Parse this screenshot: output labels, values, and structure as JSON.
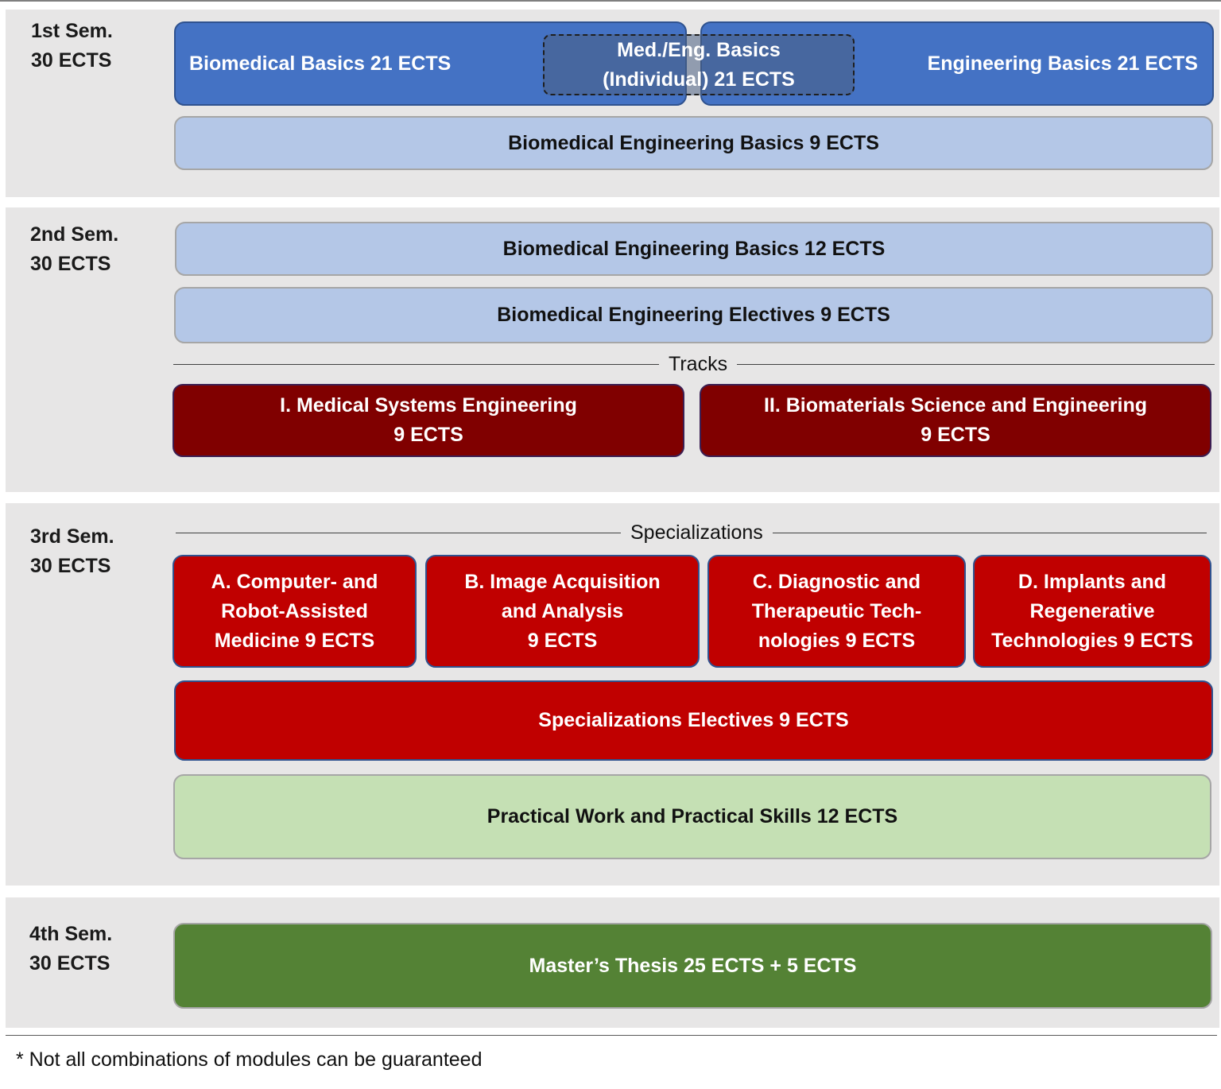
{
  "semesters": [
    {
      "label": "1st Sem.\n30 ECTS"
    },
    {
      "label": "2nd Sem.\n30 ECTS"
    },
    {
      "label": "3rd Sem.\n30 ECTS"
    },
    {
      "label": "4th Sem.\n30 ECTS"
    }
  ],
  "sem1": {
    "biomedical_basics": "Biomedical Basics 21 ECTS",
    "engineering_basics": "Engineering Basics 21 ECTS",
    "individual_basics": "Med./Eng. Basics\n(Individual) 21 ECTS",
    "bme_basics": "Biomedical Engineering Basics 9 ECTS"
  },
  "sem2": {
    "bme_basics": "Biomedical Engineering Basics 12 ECTS",
    "bme_electives": "Biomedical Engineering Electives 9 ECTS",
    "tracks_heading": "Tracks",
    "tracks": [
      {
        "label": "I. Medical Systems Engineering\n9 ECTS"
      },
      {
        "label": "II. Biomaterials Science and Engineering\n9 ECTS"
      }
    ]
  },
  "sem3": {
    "specializations_heading": "Specializations",
    "specializations": [
      {
        "label": "A. Computer- and\nRobot-Assisted\nMedicine 9 ECTS"
      },
      {
        "label": "B. Image Acquisition\nand Analysis\n9  ECTS"
      },
      {
        "label": "C. Diagnostic and\nTherapeutic Tech-\nnologies 9 ECTS"
      },
      {
        "label": "D. Implants and\nRegenerative\nTechnologies 9 ECTS"
      }
    ],
    "spec_electives": "Specializations Electives 9 ECTS",
    "practical": "Practical Work and Practical Skills 12 ECTS"
  },
  "sem4": {
    "thesis": "Master’s Thesis 25 ECTS + 5 ECTS"
  },
  "footnote": "* Not all combinations of modules can be guaranteed",
  "colors": {
    "semester_bg": "#e7e6e6",
    "basics_blue": "#4472c4",
    "light_blue": "#b4c7e7",
    "track_maroon": "#800000",
    "spec_red": "#c00000",
    "practical_green": "#c5e0b4",
    "thesis_green": "#548235"
  }
}
